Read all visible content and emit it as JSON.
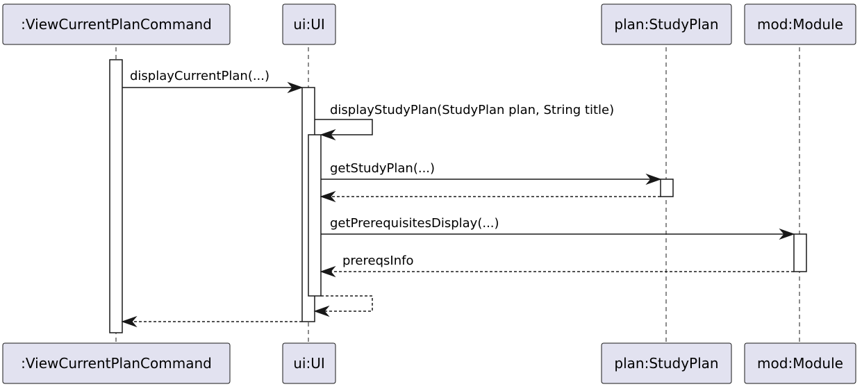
{
  "participants": {
    "command": {
      "label": ":ViewCurrentPlanCommand"
    },
    "ui": {
      "label": "ui:UI"
    },
    "plan": {
      "label": "plan:StudyPlan"
    },
    "module": {
      "label": "mod:Module"
    }
  },
  "messages": {
    "display_current_plan": {
      "label": "displayCurrentPlan(...)"
    },
    "display_study_plan": {
      "label": "displayStudyPlan(StudyPlan plan, String title)"
    },
    "get_study_plan": {
      "label": "getStudyPlan(...)"
    },
    "get_prerequisites_display": {
      "label": "getPrerequisitesDisplay(...)"
    },
    "prereqs_info_return": {
      "label": "prereqsInfo"
    }
  }
}
